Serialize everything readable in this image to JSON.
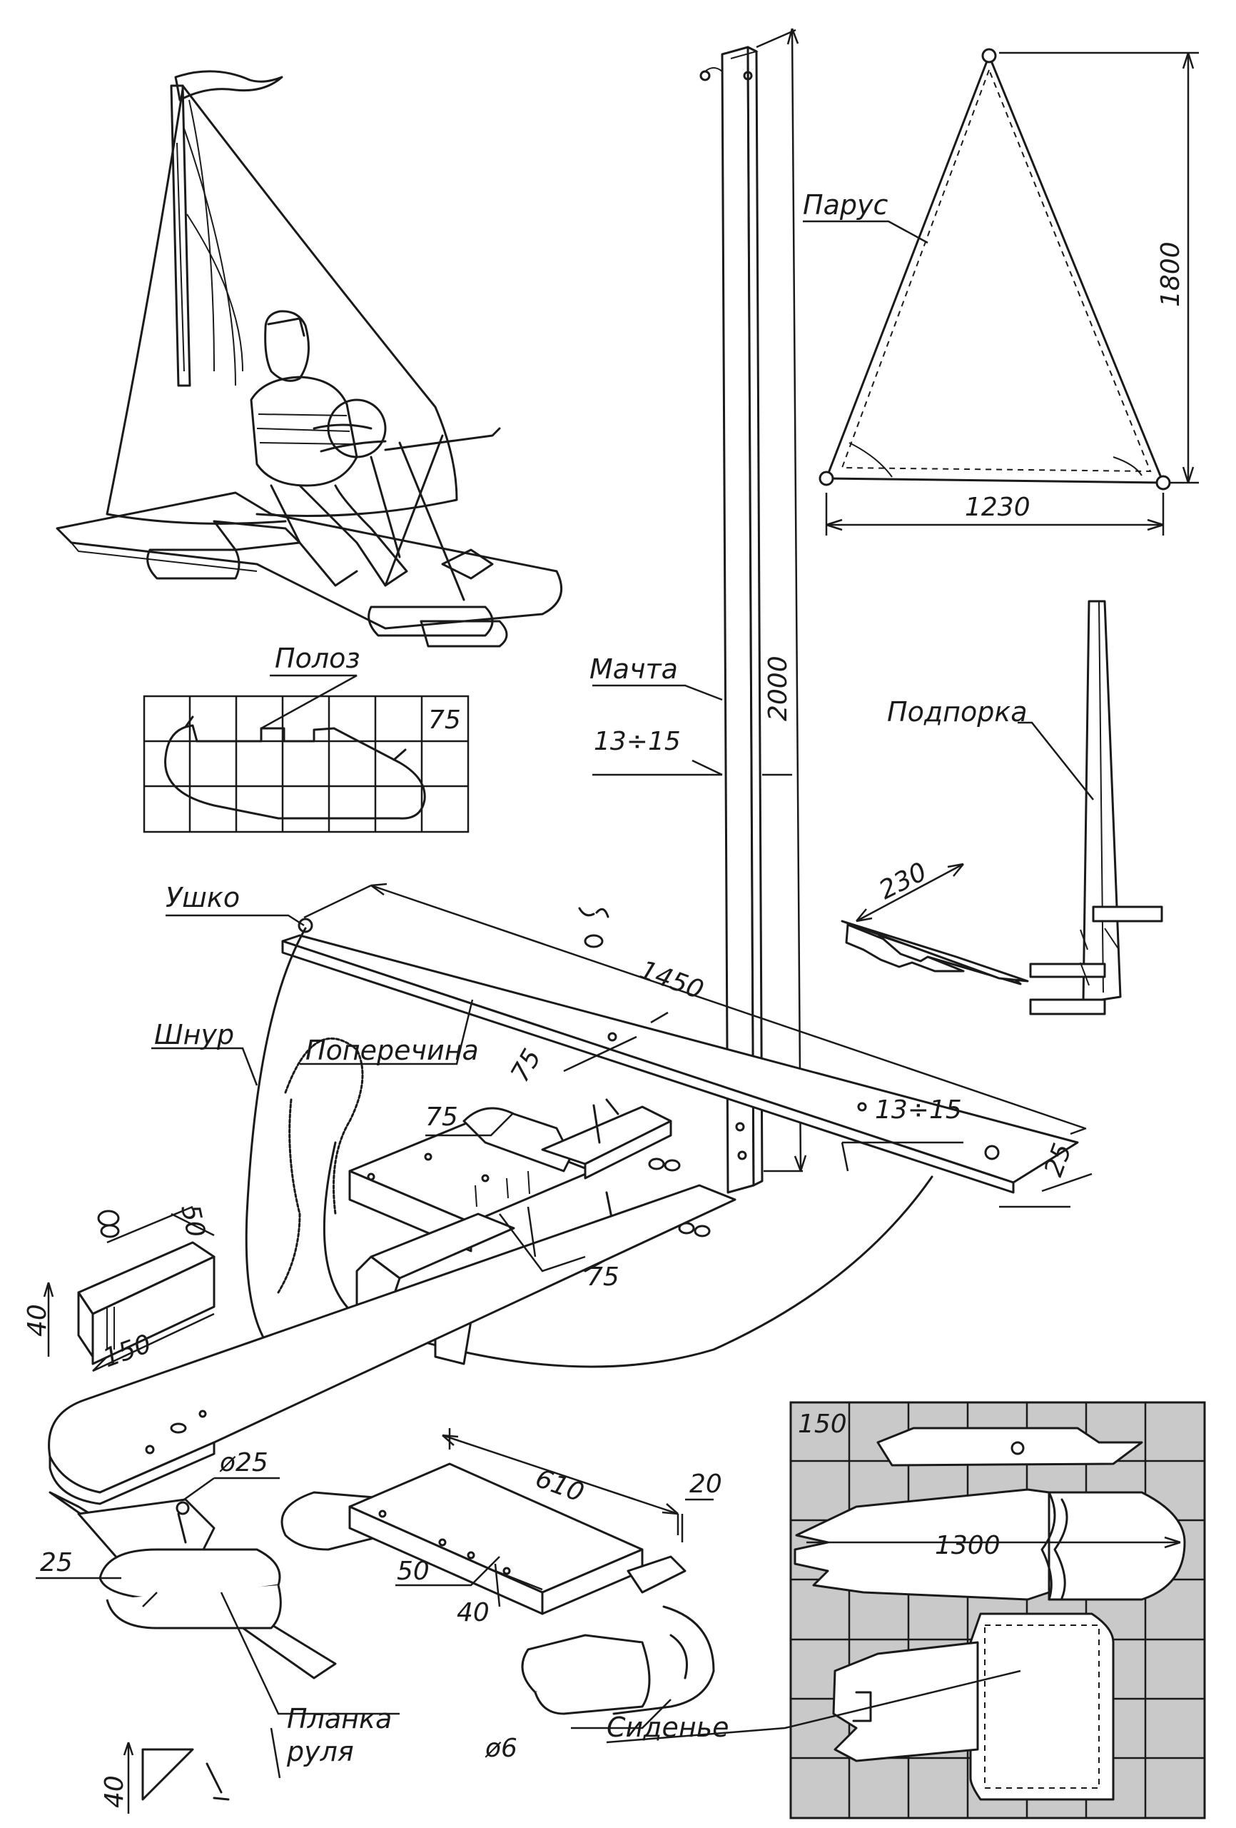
{
  "labels": {
    "sail": "Парус",
    "mast": "Мачта",
    "runner": "Полоз",
    "strut": "Подпорка",
    "eyelet": "Ушко",
    "cord": "Шнур",
    "crossbar": "Поперечина",
    "seat": "Сиденье",
    "rudder_plank_line1": "Планка",
    "rudder_plank_line2": "руля"
  },
  "dimensions": {
    "sail_height": "1800",
    "sail_base": "1230",
    "mast_height": "2000",
    "mast_thickness": "13÷15",
    "runner_grid": "75",
    "strut_length": "230",
    "crossbar_length": "1450",
    "crossbar_width": "75",
    "crossbar_thickness": "13÷15",
    "crossbar_depth": "25",
    "seat_block_a": "75",
    "seat_block_b": "75",
    "wedge_width": "50",
    "wedge_height": "40",
    "wedge_length": "150",
    "rudder_diameter": "ø25",
    "rudder_thickness": "25",
    "rudder_height": "40",
    "skid_length": "610",
    "skid_beam_width": "50",
    "skid_beam_height": "40",
    "skid_gap": "20",
    "skid_rod": "ø6",
    "seat_grid": "150",
    "seat_length": "1300"
  },
  "colors": {
    "ink": "#1a1a1a",
    "grid_fill": "#c9c9c9"
  }
}
